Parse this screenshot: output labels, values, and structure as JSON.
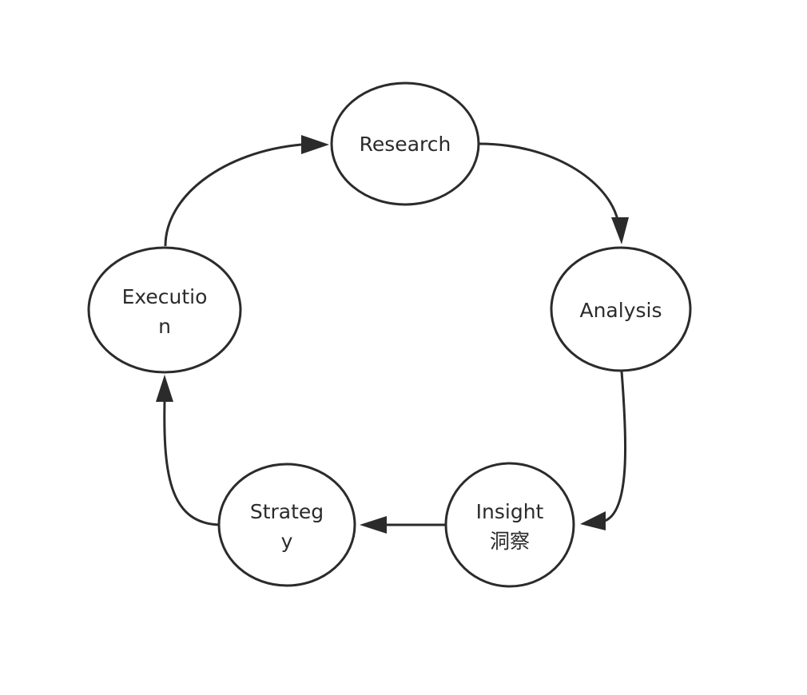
{
  "diagram": {
    "nodes": [
      {
        "id": "research",
        "lines": [
          "Research"
        ]
      },
      {
        "id": "analysis",
        "lines": [
          "Analysis"
        ]
      },
      {
        "id": "insight",
        "lines": [
          "Insight",
          "洞察"
        ]
      },
      {
        "id": "strategy",
        "lines": [
          "Strateg",
          "y"
        ]
      },
      {
        "id": "execution",
        "lines": [
          "Executio",
          "n"
        ]
      }
    ],
    "edges": [
      {
        "from": "research",
        "to": "analysis"
      },
      {
        "from": "analysis",
        "to": "insight"
      },
      {
        "from": "insight",
        "to": "strategy"
      },
      {
        "from": "strategy",
        "to": "execution"
      },
      {
        "from": "execution",
        "to": "research"
      }
    ]
  }
}
